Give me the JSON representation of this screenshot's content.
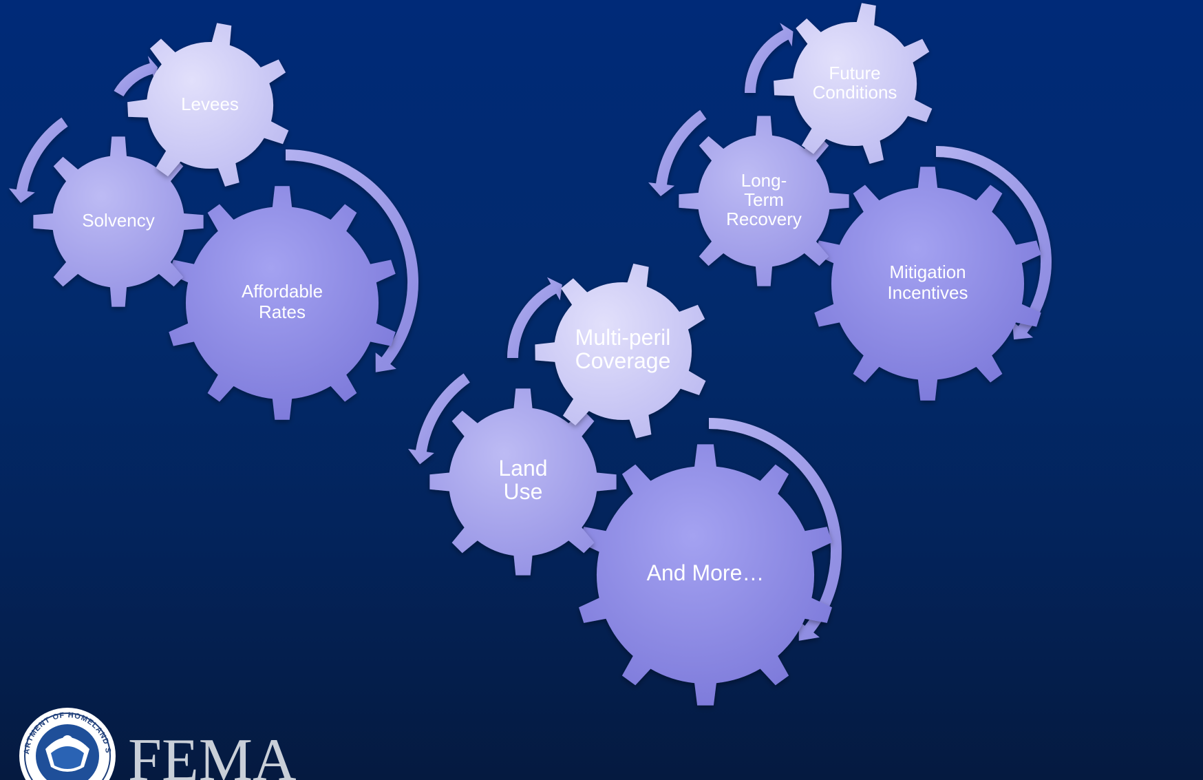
{
  "colors": {
    "background_top": "#002a78",
    "background_bottom": "#051a40",
    "gear_light": "#d4d2f7",
    "gear_mid": "#a8a6ee",
    "gear_dark": "#8380dc",
    "arrow": "#9c9ae6",
    "label": "#ffffff",
    "logo_text": "#c9cfd8"
  },
  "clusters": [
    {
      "gears": [
        {
          "label_lines": [
            "Levees"
          ],
          "tone": "light"
        },
        {
          "label_lines": [
            "Solvency"
          ],
          "tone": "mid"
        },
        {
          "label_lines": [
            "Affordable",
            "Rates"
          ],
          "tone": "dark"
        }
      ]
    },
    {
      "gears": [
        {
          "label_lines": [
            "Multi-peril",
            "Coverage"
          ],
          "tone": "light"
        },
        {
          "label_lines": [
            "Land",
            "Use"
          ],
          "tone": "mid"
        },
        {
          "label_lines": [
            "And More…"
          ],
          "tone": "dark"
        }
      ]
    },
    {
      "gears": [
        {
          "label_lines": [
            "Future",
            "Conditions"
          ],
          "tone": "light"
        },
        {
          "label_lines": [
            "Long-",
            "Term",
            "Recovery"
          ],
          "tone": "mid"
        },
        {
          "label_lines": [
            "Mitigation",
            "Incentives"
          ],
          "tone": "dark"
        }
      ]
    }
  ],
  "logo": {
    "wordmark": "FEMA",
    "seal_text": "U.S. DEPARTMENT OF HOMELAND SECURITY",
    "seal_icon": "dhs-seal-icon"
  }
}
